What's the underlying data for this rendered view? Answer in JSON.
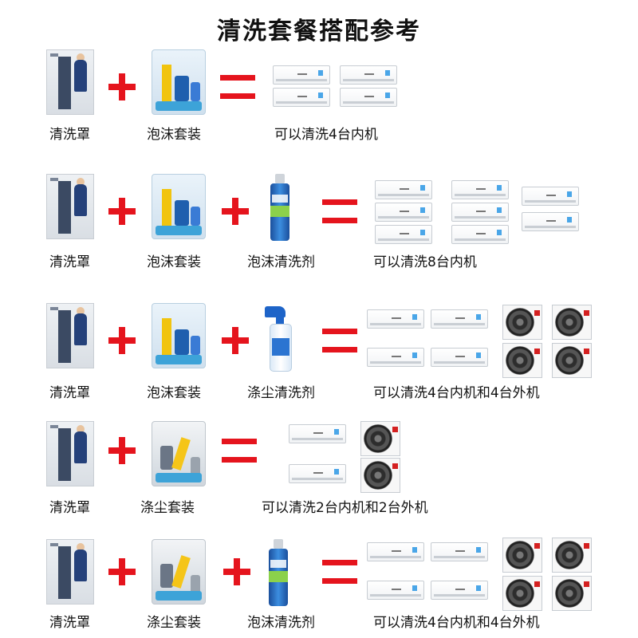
{
  "title": "清洗套餐搭配参考",
  "labels": {
    "cover": "清洗罩",
    "foam_kit": "泡沫套装",
    "foam_cleaner": "泡沫清洗剂",
    "dust_cleaner": "涤尘清洗剂",
    "dust_kit": "涤尘套装"
  },
  "results": {
    "r1": "可以清洗4台内机",
    "r2": "可以清洗8台内机",
    "r3": "可以清洗4台内机和4台外机",
    "r4": "可以清洗2台内机和2台外机",
    "r5": "可以清洗4台内机和4台外机"
  },
  "icons": {
    "plus": "plus-sign",
    "equals": "equals-sign",
    "indoor": "indoor-ac-unit-icon",
    "outdoor": "outdoor-ac-unit-icon"
  },
  "colors": {
    "accent": "#e5141d"
  }
}
